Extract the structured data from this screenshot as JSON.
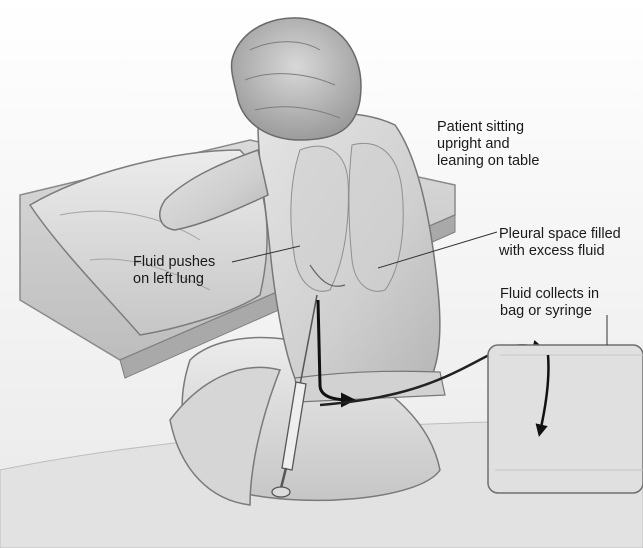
{
  "labels": {
    "patient": [
      "Patient sitting",
      "upright and",
      "leaning on table"
    ],
    "pleural": [
      "Pleural space filled",
      "with excess fluid"
    ],
    "fluid_push": [
      "Fluid pushes",
      "on left lung"
    ],
    "collect": [
      "Fluid collects in",
      "bag or syringe"
    ]
  }
}
